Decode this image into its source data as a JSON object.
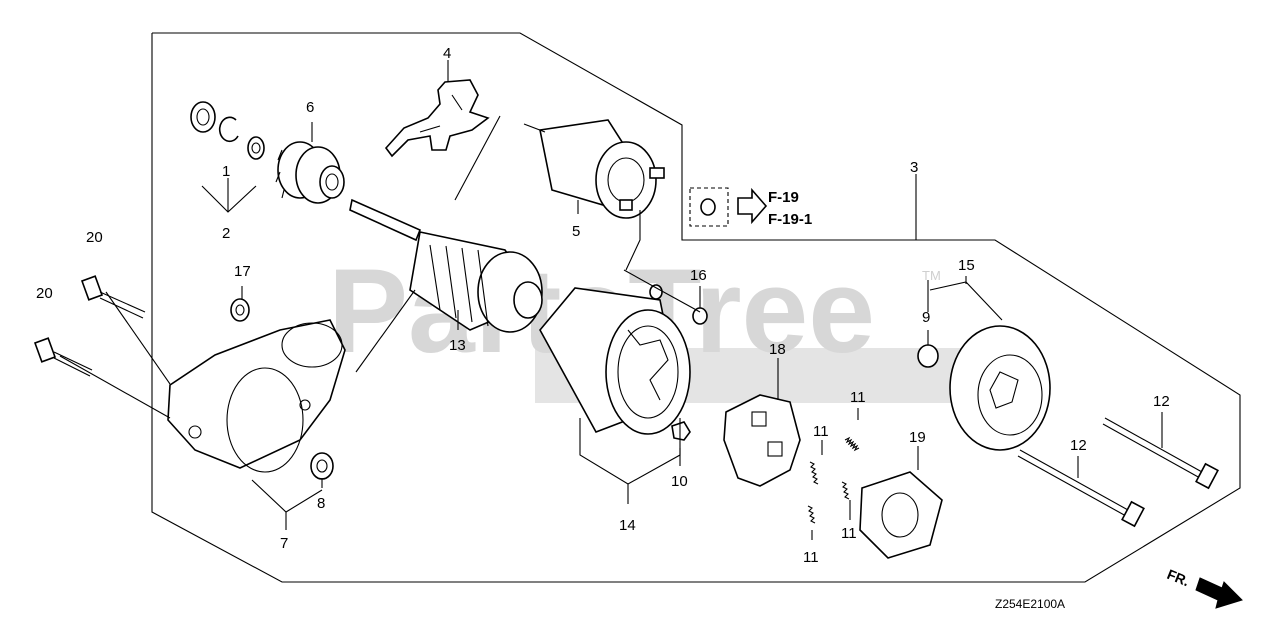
{
  "diagram": {
    "diagram_code": "Z254E2100A",
    "watermark": "PartsTree",
    "trademark": "TM",
    "front_label": "FR.",
    "reference_labels": [
      "F-19",
      "F-19-1"
    ],
    "callouts": {
      "c1": "1",
      "c2": "2",
      "c3": "3",
      "c4": "4",
      "c5": "5",
      "c6": "6",
      "c7": "7",
      "c8": "8",
      "c9": "9",
      "c10": "10",
      "c11a": "11",
      "c11b": "11",
      "c11c": "11",
      "c11d": "11",
      "c12a": "12",
      "c12b": "12",
      "c13": "13",
      "c14": "14",
      "c15": "15",
      "c16": "16",
      "c17": "17",
      "c18": "18",
      "c19": "19",
      "c20a": "20",
      "c20b": "20"
    }
  }
}
